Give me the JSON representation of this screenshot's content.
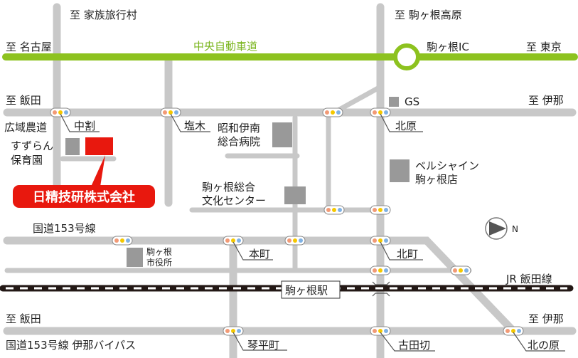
{
  "colors": {
    "highway": "#8dc21f",
    "road": "#c8c8c8",
    "company": "#e8180e",
    "building": "#999999"
  },
  "directions": {
    "top_left": "至 家族旅行村",
    "top_right": "至 駒ヶ根高原",
    "west_hw": "至 名古屋",
    "east_hw": "至 東京",
    "west_1": "至 飯田",
    "east_1": "至 伊那",
    "west_2": "至 飯田",
    "east_2": "至 伊那"
  },
  "highway": {
    "name": "中央自動車道",
    "ic": "駒ヶ根IC"
  },
  "roads": {
    "kouiki": "広域農道",
    "route153": "国道153号線",
    "bypass": "国道153号線 伊那バイパス",
    "jr": "JR 飯田線"
  },
  "intersections": [
    "中割",
    "塩木",
    "北原",
    "本町",
    "北町",
    "琴平町",
    "古田切",
    "北の原"
  ],
  "landmarks": {
    "gs": "GS",
    "suzuran": [
      "すずらん",
      "保育園"
    ],
    "hospital": [
      "昭和伊南",
      "総合病院"
    ],
    "bunka": [
      "駒ヶ根総合",
      "文化センター"
    ],
    "bell": [
      "ベルシャイン",
      "駒ヶ根店"
    ],
    "cityhall": [
      "駒ヶ根",
      "市役所"
    ],
    "station": "駒ヶ根駅"
  },
  "company": "日精技研株式会社",
  "compass": "N"
}
